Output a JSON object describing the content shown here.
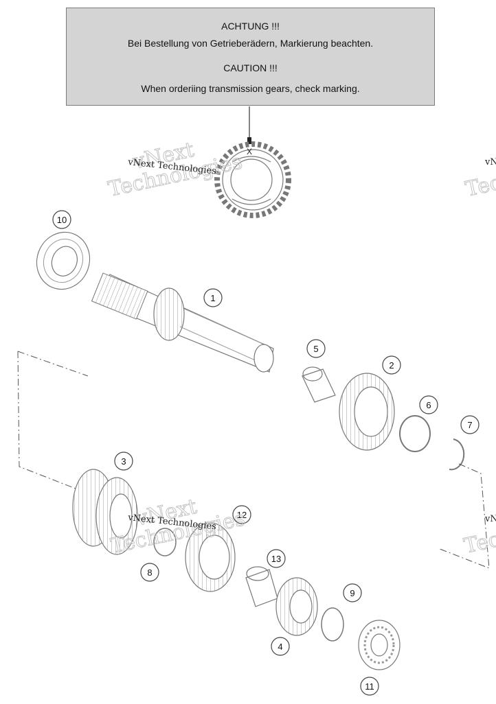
{
  "notice": {
    "title_de": "ACHTUNG !!!",
    "text_de": "Bei Bestellung von Getrieberädern, Markierung beachten.",
    "title_en": "CAUTION !!!",
    "text_en": "When orderiing transmission gears, check marking."
  },
  "marker_text": "X",
  "watermark": {
    "line": "vNext Technologies",
    "word1": "vNext",
    "word2": "Technologies",
    "partial_line": "vN",
    "partial_word": "Tec"
  },
  "callouts": [
    "1",
    "2",
    "3",
    "4",
    "5",
    "6",
    "7",
    "8",
    "9",
    "10",
    "11",
    "12",
    "13"
  ],
  "colors": {
    "notice_bg": "#d4d4d4",
    "line": "#555555",
    "watermark": "#bdbdbd"
  }
}
